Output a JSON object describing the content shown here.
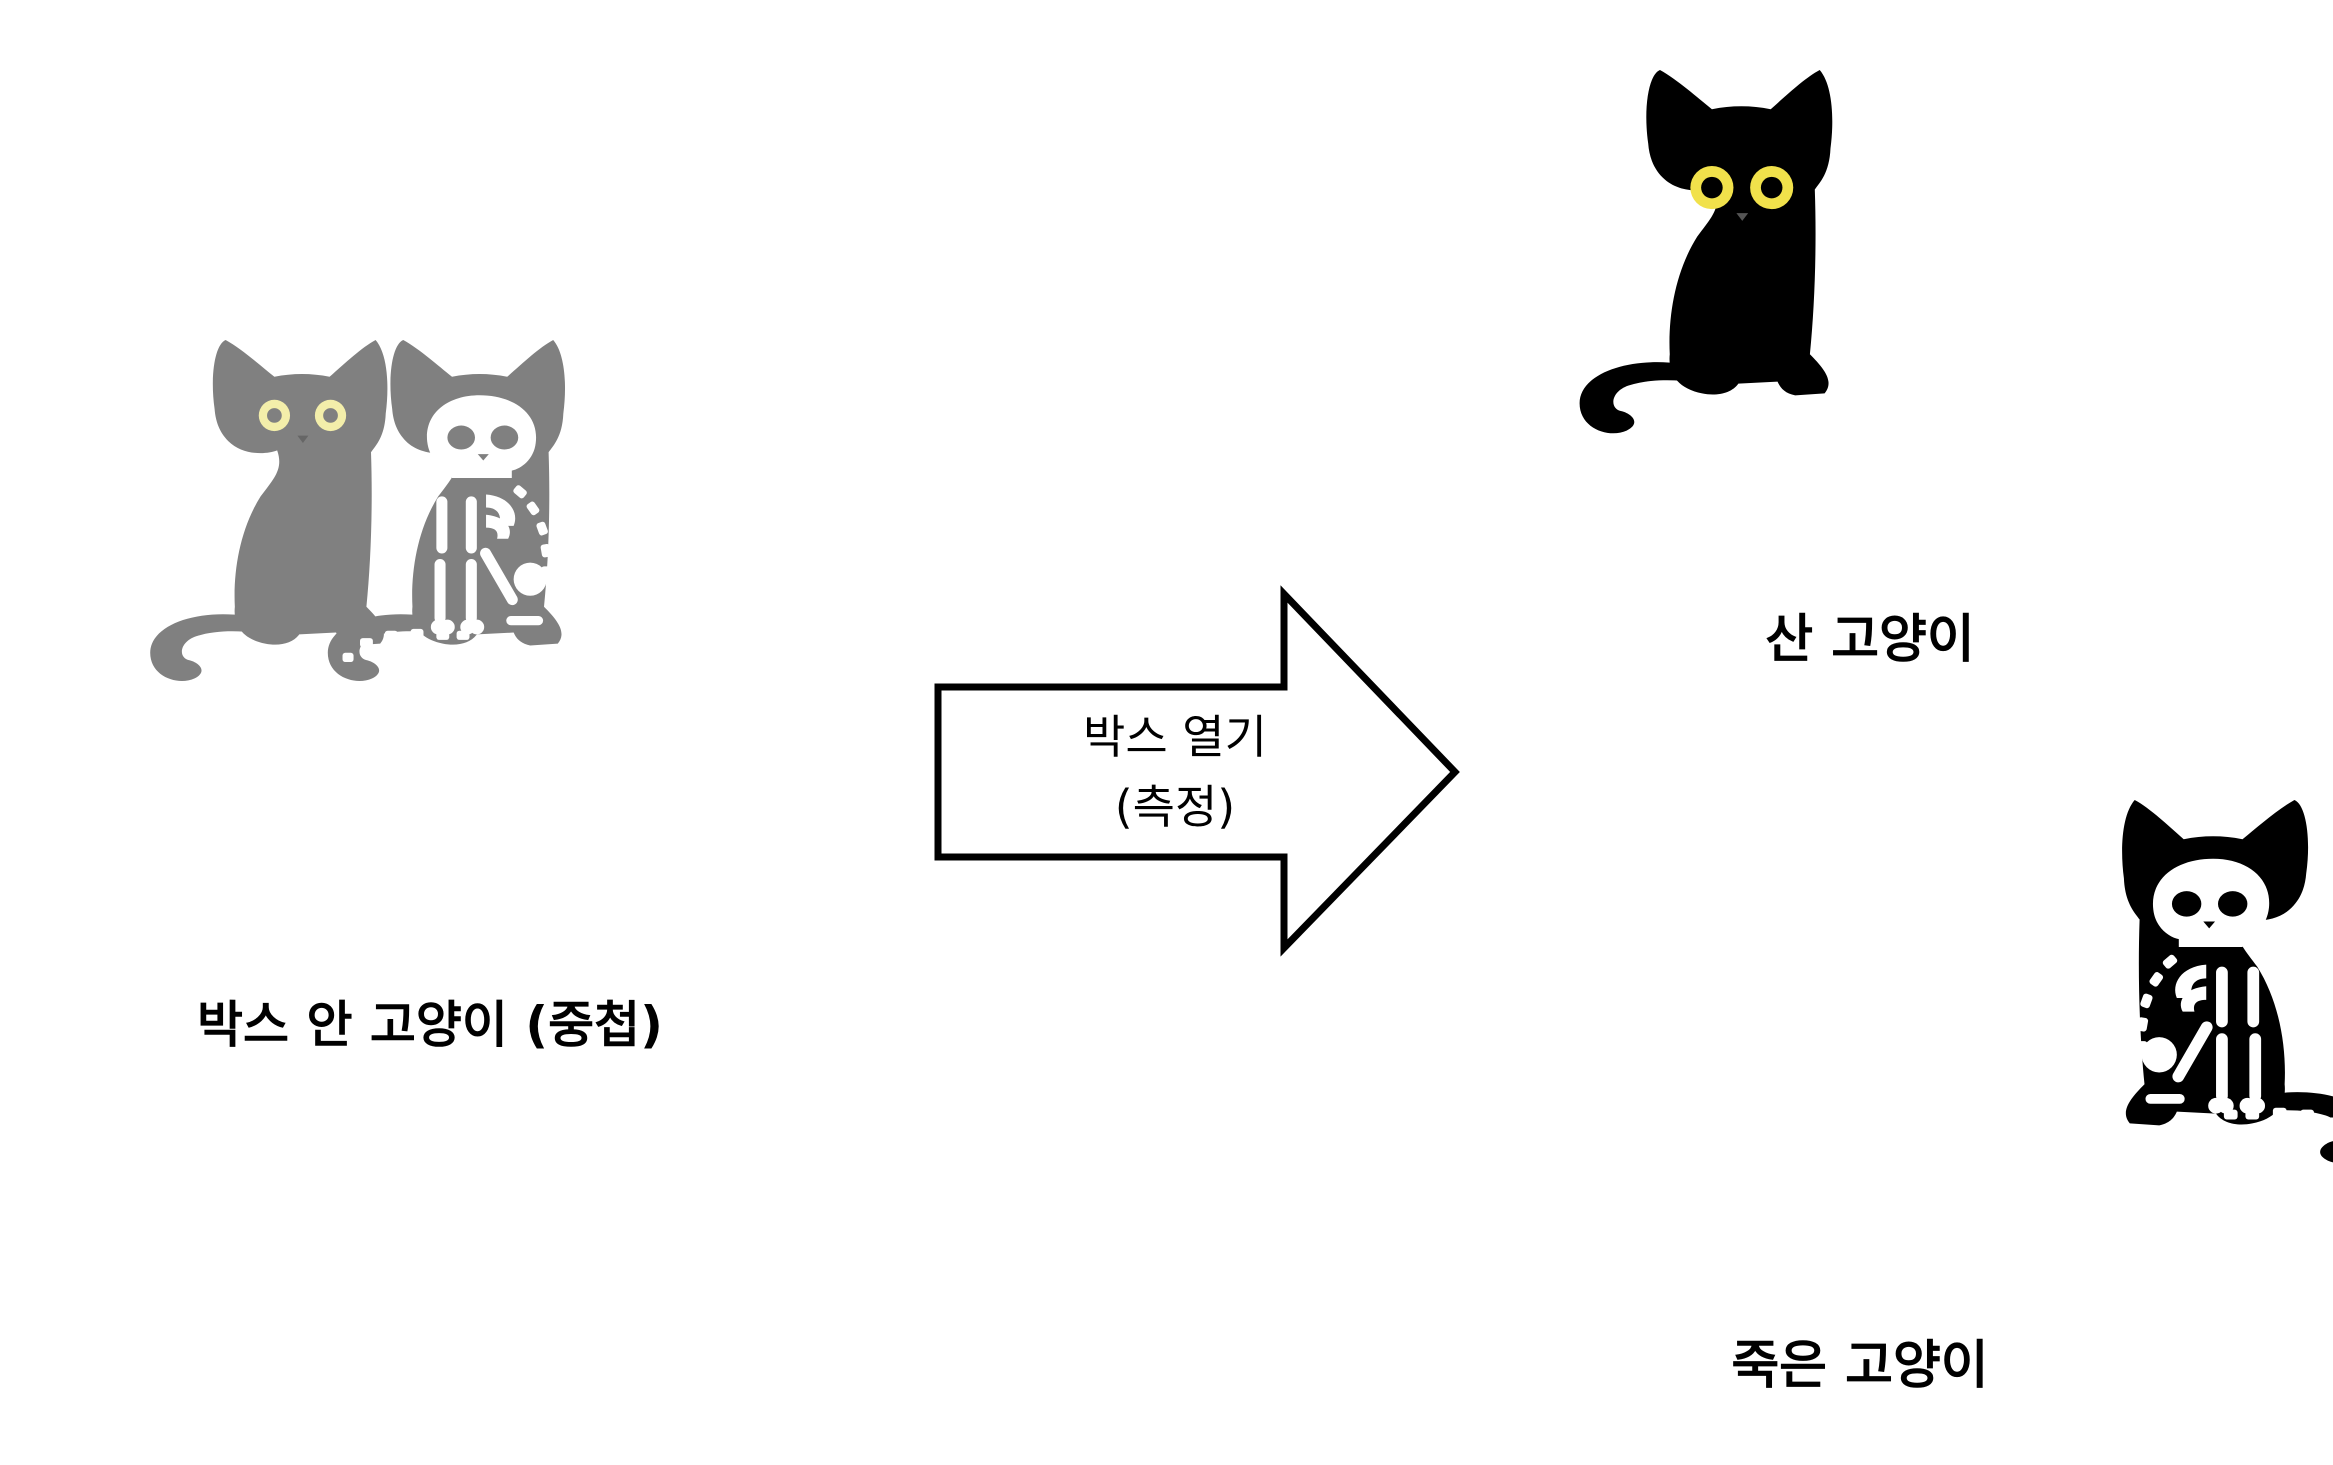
{
  "superposition": {
    "label": "박스 안 고양이 (중첩)"
  },
  "measurement": {
    "line1": "박스 열기",
    "line2": "(측정)"
  },
  "outcomes": {
    "alive_label": "산 고양이",
    "dead_label": "죽은 고양이"
  },
  "colors": {
    "ghost_gray": "#808080",
    "cat_black": "#000000",
    "eye_yellow": "#f1e14b",
    "eye_pale": "#f3eeaa",
    "bone_white": "#ffffff",
    "nose_gray": "#555555"
  },
  "icons": {
    "superposed_alive": "black-cat-icon",
    "superposed_dead": "skeleton-cat-icon",
    "alive": "black-cat-icon",
    "dead": "skeleton-cat-icon",
    "arrow": "right-arrow-icon"
  }
}
